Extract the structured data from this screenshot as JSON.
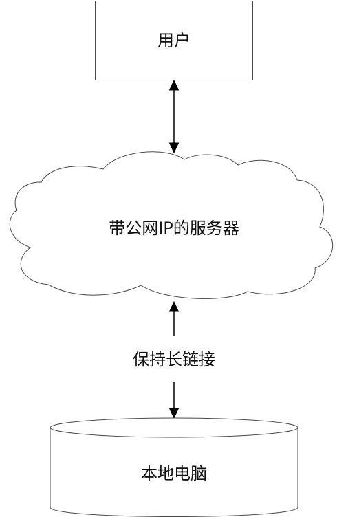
{
  "diagram": {
    "nodes": {
      "user": {
        "label": "用户",
        "shape": "rectangle"
      },
      "server": {
        "label": "带公网IP的服务器",
        "shape": "cloud"
      },
      "local": {
        "label": "本地电脑",
        "shape": "cylinder"
      }
    },
    "edges": {
      "user_server": {
        "from": "user",
        "to": "server",
        "direction": "bidirectional",
        "label": ""
      },
      "local_server": {
        "from": "local",
        "to": "server",
        "direction": "bidirectional",
        "label": "保持长链接"
      }
    },
    "colors": {
      "stroke": "#4a4a4a",
      "arrow": "#000000",
      "text": "#111111",
      "background": "#ffffff"
    }
  }
}
